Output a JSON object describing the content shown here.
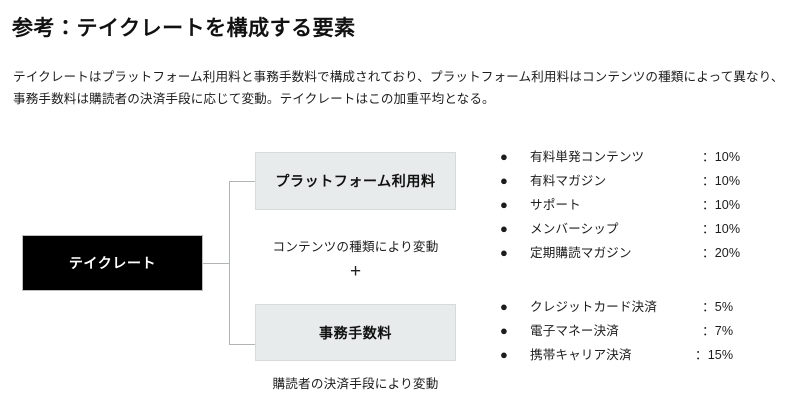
{
  "slide": {
    "title": "参考：テイクレートを構成する要素",
    "lead_paragraph": "テイクレートはプラットフォーム利用料と事務手数料で構成されており、プラットフォーム利用料はコンテンツの種類によって異なり、事務手数料は購読者の決済手段に応じて変動。テイクレートはこの加重平均となる。"
  },
  "diagram": {
    "root_node": {
      "label": "テイクレート",
      "fill_color": "#000000",
      "text_color": "#ffffff"
    },
    "operator": "+",
    "branches": [
      {
        "label": "プラットフォーム利用料",
        "caption": "コンテンツの種類により変動",
        "fill_color": "#e8ebec"
      },
      {
        "label": "事務手数料",
        "caption": "購読者の決済手段により変動",
        "fill_color": "#e8ebec"
      }
    ]
  },
  "rate_tables": [
    {
      "group": "platform-fee-rates",
      "rows": [
        {
          "label": "有料単発コンテンツ",
          "value": "：10%"
        },
        {
          "label": "有料マガジン",
          "value": "：10%"
        },
        {
          "label": "サポート",
          "value": "：10%"
        },
        {
          "label": "メンバーシップ",
          "value": "：10%"
        },
        {
          "label": "定期購読マガジン",
          "value": "：20%"
        }
      ]
    },
    {
      "group": "payment-fee-rates",
      "rows": [
        {
          "label": "クレジットカード決済",
          "value": "：5%"
        },
        {
          "label": "電子マネー決済",
          "value": "：7%"
        },
        {
          "label": "携帯キャリア決済",
          "value": "：15%"
        }
      ]
    }
  ],
  "icons": {
    "bullet": "●"
  }
}
